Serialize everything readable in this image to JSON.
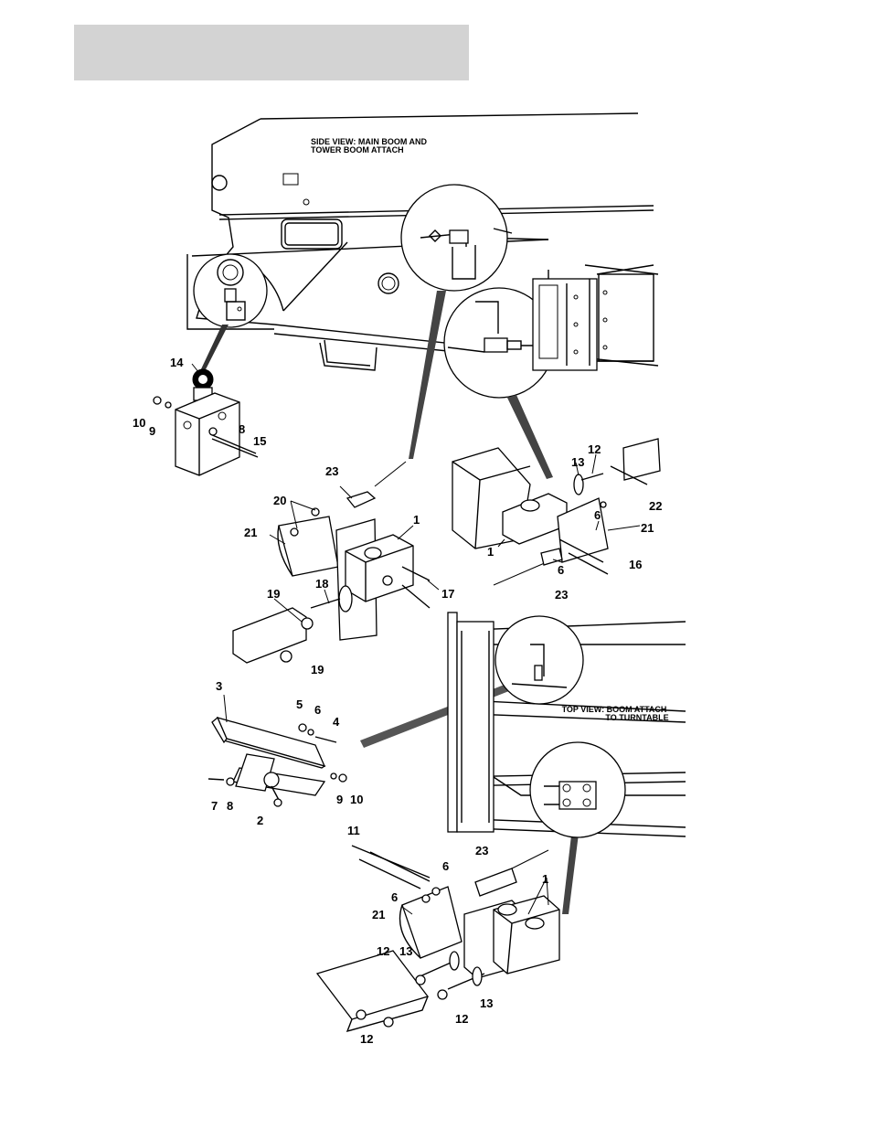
{
  "captions": {
    "side_view_line1": "SIDE VIEW: MAIN BOOM AND",
    "side_view_line2": "TOWER BOOM ATTACH",
    "top_view_line1": "TOP VIEW: BOOM ATTACH",
    "top_view_line2": "TO TURNTABLE"
  },
  "callouts": [
    {
      "id": "c14",
      "text": "14"
    },
    {
      "id": "c10a",
      "text": "10"
    },
    {
      "id": "c9a",
      "text": "9"
    },
    {
      "id": "c8a",
      "text": "8"
    },
    {
      "id": "c15",
      "text": "15"
    },
    {
      "id": "c23a",
      "text": "23"
    },
    {
      "id": "c20",
      "text": "20"
    },
    {
      "id": "c21a",
      "text": "21"
    },
    {
      "id": "c1a",
      "text": "1"
    },
    {
      "id": "c18",
      "text": "18"
    },
    {
      "id": "c19a",
      "text": "19"
    },
    {
      "id": "c17",
      "text": "17"
    },
    {
      "id": "c19b",
      "text": "19"
    },
    {
      "id": "c13a",
      "text": "13"
    },
    {
      "id": "c12a",
      "text": "12"
    },
    {
      "id": "c22",
      "text": "22"
    },
    {
      "id": "c6a",
      "text": "6"
    },
    {
      "id": "c21b",
      "text": "21"
    },
    {
      "id": "c1b",
      "text": "1"
    },
    {
      "id": "c16",
      "text": "16"
    },
    {
      "id": "c6b",
      "text": "6"
    },
    {
      "id": "c23b",
      "text": "23"
    },
    {
      "id": "c3",
      "text": "3"
    },
    {
      "id": "c5",
      "text": "5"
    },
    {
      "id": "c6c",
      "text": "6"
    },
    {
      "id": "c4",
      "text": "4"
    },
    {
      "id": "c9b",
      "text": "9"
    },
    {
      "id": "c10b",
      "text": "10"
    },
    {
      "id": "c7",
      "text": "7"
    },
    {
      "id": "c8b",
      "text": "8"
    },
    {
      "id": "c2",
      "text": "2"
    },
    {
      "id": "c11",
      "text": "11"
    },
    {
      "id": "c23c",
      "text": "23"
    },
    {
      "id": "c6d",
      "text": "6"
    },
    {
      "id": "c6e",
      "text": "6"
    },
    {
      "id": "c1c",
      "text": "1"
    },
    {
      "id": "c21c",
      "text": "21"
    },
    {
      "id": "c12b",
      "text": "12"
    },
    {
      "id": "c13b",
      "text": "13"
    },
    {
      "id": "c13c",
      "text": "13"
    },
    {
      "id": "c12c",
      "text": "12"
    },
    {
      "id": "c12d",
      "text": "12"
    }
  ]
}
